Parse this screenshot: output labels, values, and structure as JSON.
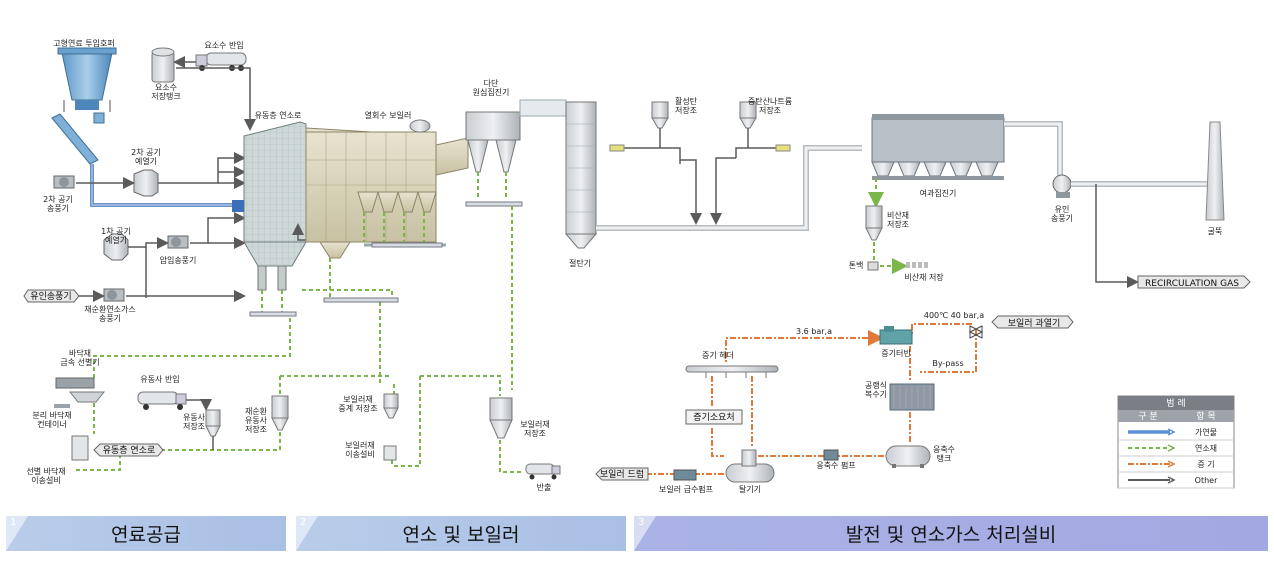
{
  "labels": {
    "hopper": "고형연료 투입호퍼",
    "urea_in": "요소수 반입",
    "urea_tank": [
      "요소수",
      "저장탱크"
    ],
    "fbc": "유동층 연소로",
    "hrsg": "열회수 보일러",
    "cyclone": [
      "다단",
      "원심집진기"
    ],
    "ac_silo": [
      "활성탄",
      "저장조"
    ],
    "nahco3_silo": [
      "중탄산나트륨",
      "저장조"
    ],
    "bag_filter": "여과집진기",
    "id_fan": [
      "유인",
      "송풍기"
    ],
    "stack": "굴뚝",
    "air2_heater": [
      "2차 공기",
      "예열기"
    ],
    "air2_fan": [
      "2차 공기",
      "송풍기"
    ],
    "air1_heater": [
      "1차 공기",
      "예열기"
    ],
    "pressure_fan": "압입송풍기",
    "recirc_fan": [
      "재순환연소가스",
      "송풍기"
    ],
    "conditioner": "절탄기",
    "fly_silo": [
      "비산재",
      "저장조"
    ],
    "tonbag": "톤백",
    "fly_storage": "비산재 저장",
    "bottom_sep": [
      "바닥재",
      "금속 선별기"
    ],
    "bottom_container": [
      "분리 바닥재",
      "컨테이너"
    ],
    "bottom_conv": [
      "선별 바닥재",
      "이송설비"
    ],
    "sand_in": "유동사 반입",
    "sand_silo": [
      "유동사",
      "저장조"
    ],
    "resand_silo": [
      "재순환",
      "유동사",
      "저장조"
    ],
    "boiler_relay": [
      "보일러재",
      "중계 저장조"
    ],
    "boiler_conv": [
      "보일러재",
      "이송설비"
    ],
    "boiler_ash": [
      "보일러재",
      "저장조"
    ],
    "carry_out": "반출",
    "bar36": "3.6 bar,a",
    "steam_cond": "400℃ 40 bar,a",
    "turbine": "증기터빈",
    "bypass": "By-pass",
    "header": "증기 헤더",
    "aircooled": [
      "공랭식",
      "복수기"
    ],
    "cond_pump": "응축수 펌프",
    "cond_tank": [
      "응축수",
      "탱크"
    ],
    "deaerator": "탈기기",
    "feed_pump": "보일러 급수펌프"
  },
  "tags": {
    "id_fan_tag": "유인송풍기",
    "recirc_gas": "RECIRCULATION GAS",
    "superheater": "보일러 과열기",
    "fbc_tag": "유동층 연소로",
    "steam_user": "증기소요처",
    "boiler_drum": "보일러 드럼"
  },
  "legend": {
    "title": "범 례",
    "col1": "구 분",
    "col2": "항 목",
    "rows": [
      {
        "label": "가연물",
        "color": "#5b8fd6",
        "style": "double"
      },
      {
        "label": "연소재",
        "color": "#7ab648",
        "style": "dashed"
      },
      {
        "label": "증 기",
        "color": "#e07a3a",
        "style": "dashdot"
      },
      {
        "label": "Other",
        "color": "#5a5a5a",
        "style": "solid"
      }
    ]
  },
  "bands": [
    {
      "num": "1",
      "label": "연료공급"
    },
    {
      "num": "2",
      "label": "연소 및 보일러"
    },
    {
      "num": "3",
      "label": "발전 및 연소가스 처리설비"
    }
  ]
}
